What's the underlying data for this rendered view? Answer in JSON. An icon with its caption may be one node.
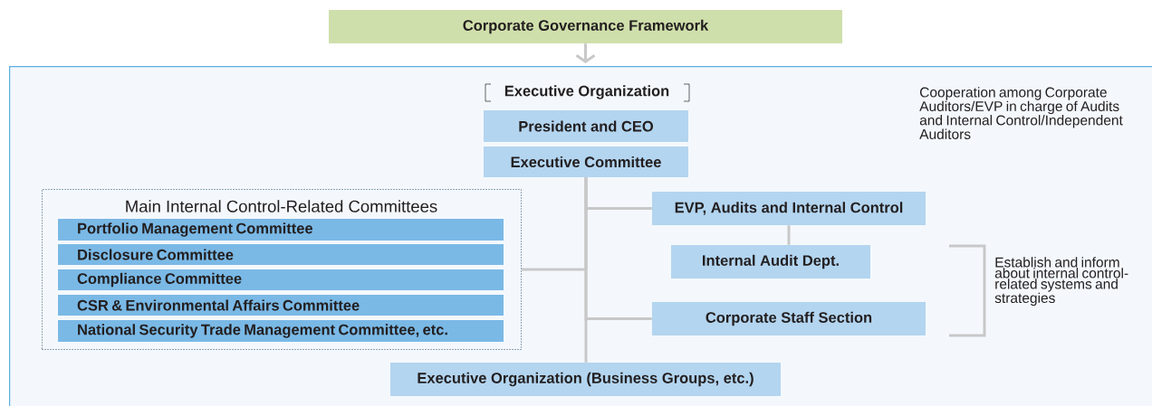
{
  "diagram": {
    "nodes": [
      {
        "text": [
          "Corporate Governance Framework"
        ]
      },
      {
        "text": [
          "Executive Organization"
        ]
      },
      {
        "text": [
          "President and CEO"
        ],
        "in": 1
      },
      {
        "text": [
          "Executive Committee"
        ],
        "in": 1
      },
      {
        "text": [
          "Main Internal Control-Related Committees"
        ],
        "in": 1
      },
      {
        "text": [
          "Portfolio Management Committee"
        ],
        "in": 4
      },
      {
        "text": [
          "Disclosure Committee"
        ],
        "in": 4
      },
      {
        "text": [
          "Compliance Committee"
        ],
        "in": 4
      },
      {
        "text": [
          "CSR & Environmental Affairs Committee"
        ],
        "in": 4
      },
      {
        "text": [
          "National Security Trade Management Committee, etc."
        ],
        "in": 4
      },
      {
        "text": [
          "EVP, Audits and Internal Control"
        ],
        "in": 1
      },
      {
        "text": [
          "Internal Audit Dept."
        ],
        "in": 1
      },
      {
        "text": [
          "Corporate Staff Section"
        ],
        "in": 1
      },
      {
        "text": [
          "Executive Organization (Business Groups, etc.)"
        ],
        "in": 1
      }
    ],
    "edges": [
      {
        "from": 0,
        "to": 1,
        "arrow": "to"
      },
      {
        "from": 3,
        "to": 4,
        "arrow": "none"
      },
      {
        "from": 3,
        "to": 10,
        "arrow": "none"
      },
      {
        "from": 10,
        "to": 11,
        "arrow": "none"
      },
      {
        "from": 3,
        "to": 12,
        "arrow": "none"
      },
      {
        "from": 3,
        "to": 13,
        "arrow": "none"
      }
    ],
    "labels": [
      "Cooperation among Corporate Auditors/EVP in charge of Audits and Internal Control/Independent Auditors",
      "Establish and inform about internal control-related systems and strategies"
    ]
  }
}
